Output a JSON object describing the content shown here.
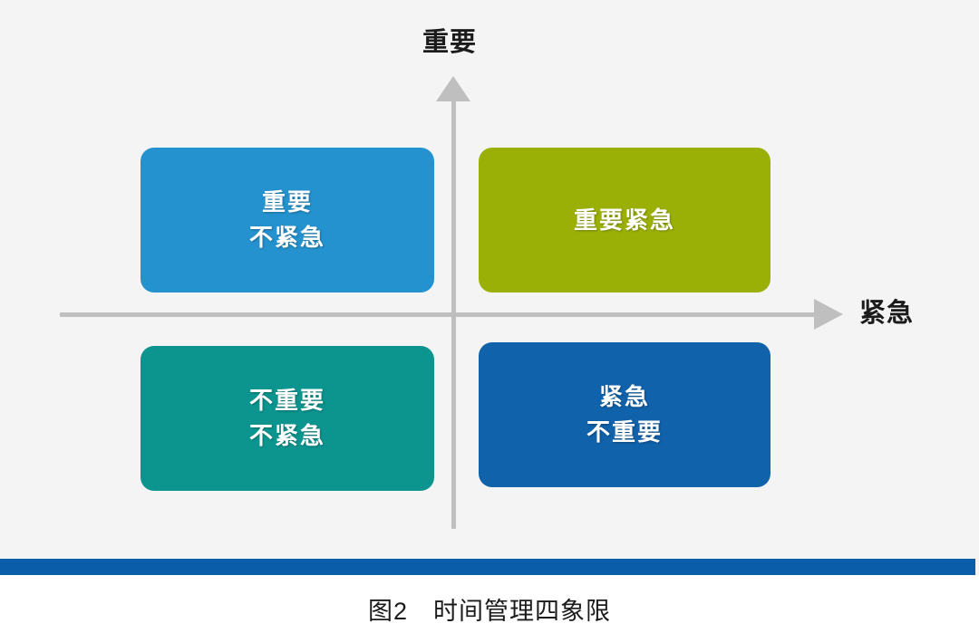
{
  "figure": {
    "caption": "图2　时间管理四象限",
    "background_color": "#f4f4f4",
    "rule_color": "#0a5da8"
  },
  "axes": {
    "vertical": {
      "label": "重要",
      "arrow_icon": "arrow-up-icon",
      "color": "#bfbfbf"
    },
    "horizontal": {
      "label": "紧急",
      "arrow_icon": "arrow-right-icon",
      "color": "#bfbfbf"
    }
  },
  "chart_data": {
    "type": "diagram",
    "title": "图2　时间管理四象限",
    "xlabel": "紧急",
    "ylabel": "重要",
    "quadrants": [
      {
        "id": "important-not-urgent",
        "position": "top-left",
        "lines": [
          "重要",
          "不紧急"
        ],
        "line1": "重要",
        "line2": "不紧急",
        "color": "#2492ce",
        "shadow_color": "#1b7bb0"
      },
      {
        "id": "important-urgent",
        "position": "top-right",
        "lines": [
          "重要紧急"
        ],
        "line1": "重要紧急",
        "line2": "",
        "color": "#9bb007",
        "shadow_color": "#7f9006"
      },
      {
        "id": "not-important-not-urgent",
        "position": "bottom-left",
        "lines": [
          "不重要",
          "不紧急"
        ],
        "line1": "不重要",
        "line2": "不紧急",
        "color": "#0c958f",
        "shadow_color": "#0a7b76"
      },
      {
        "id": "urgent-not-important",
        "position": "bottom-right",
        "lines": [
          "紧急",
          "不重要"
        ],
        "line1": "紧急",
        "line2": "不重要",
        "color": "#1062ab",
        "shadow_color": "#0c4f8c"
      }
    ]
  }
}
